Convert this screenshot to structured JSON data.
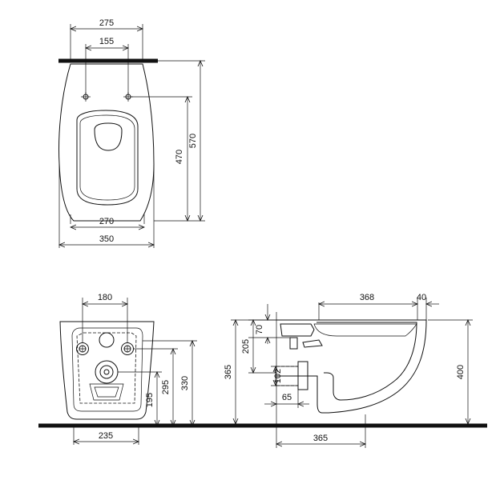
{
  "top_view": {
    "dim_width_total": "275",
    "dim_fixing_spacing": "155",
    "dim_depth_total": "570",
    "dim_depth_fixings": "470",
    "dim_inner_width": "270",
    "dim_outer_width": "350"
  },
  "rear_view": {
    "dim_fixing_spacing": "180",
    "dim_fixing_height": "330",
    "dim_outlet_height": "295",
    "dim_waste_height": "195",
    "dim_base_width": "235"
  },
  "side_view": {
    "dim_rim_length": "368",
    "dim_rim_offset": "40",
    "dim_inlet_from_top": "70",
    "dim_inlet_depth": "205",
    "dim_outlet_depth": "365",
    "dim_outlet_dia": "102",
    "dim_outlet_offset": "65",
    "dim_overall_height": "400",
    "dim_projection": "365"
  }
}
